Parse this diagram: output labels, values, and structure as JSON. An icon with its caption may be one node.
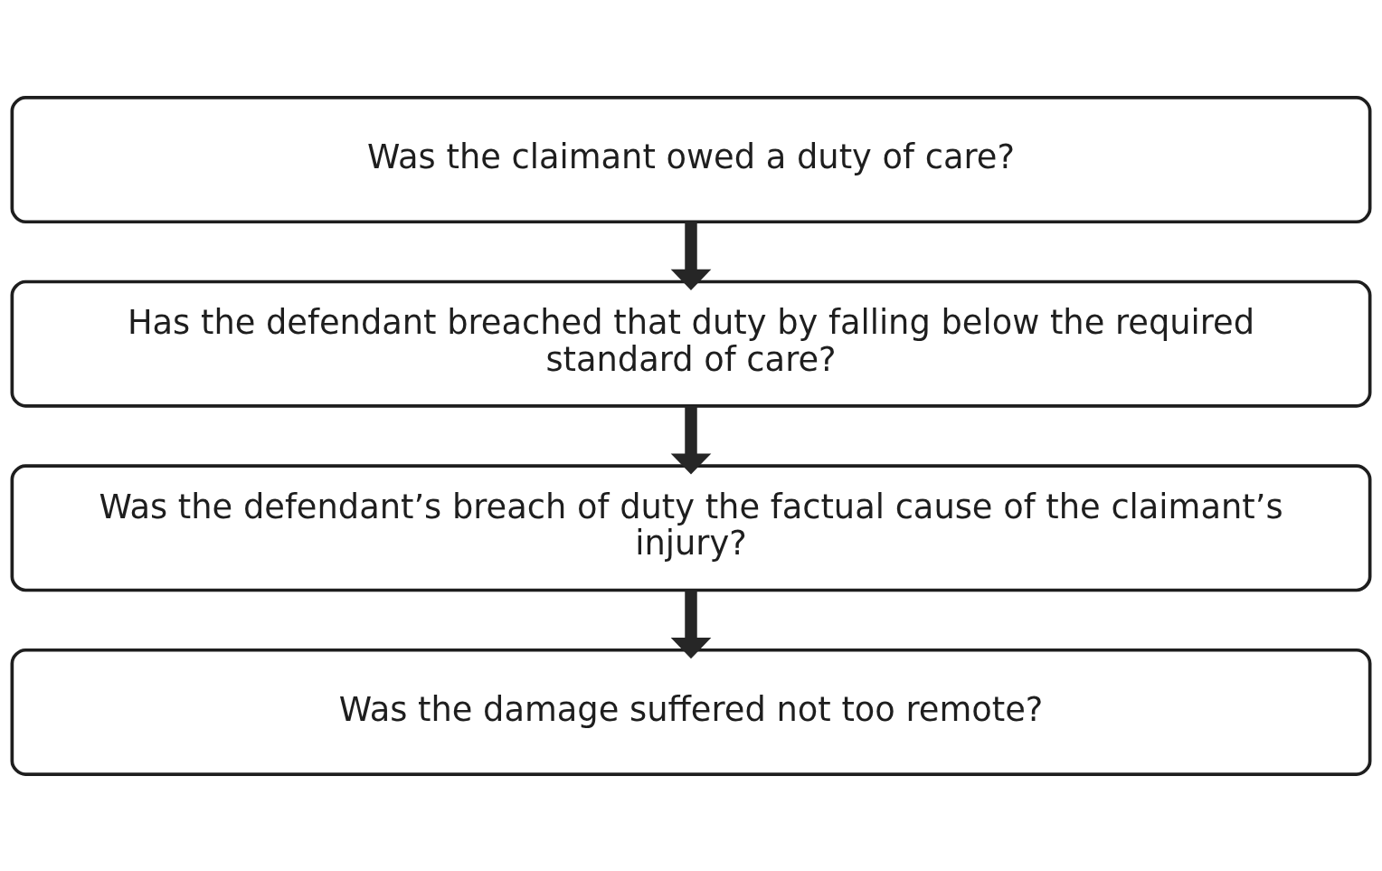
{
  "diagram": {
    "nodes": [
      {
        "text": [
          "Was the claimant owed a duty of care?"
        ]
      },
      {
        "text": [
          "Has the defendant breached that duty by falling below the required standard of care?"
        ]
      },
      {
        "text": [
          "Was the defendant’s breach of duty the factual cause of the claimant’s injury?"
        ]
      },
      {
        "text": [
          "Was the damage suffered not too remote?"
        ]
      }
    ],
    "edges": [
      {
        "from": 0,
        "to": 1,
        "arrow": "to"
      },
      {
        "from": 1,
        "to": 2,
        "arrow": "to"
      },
      {
        "from": 2,
        "to": 3,
        "arrow": "to"
      }
    ]
  }
}
